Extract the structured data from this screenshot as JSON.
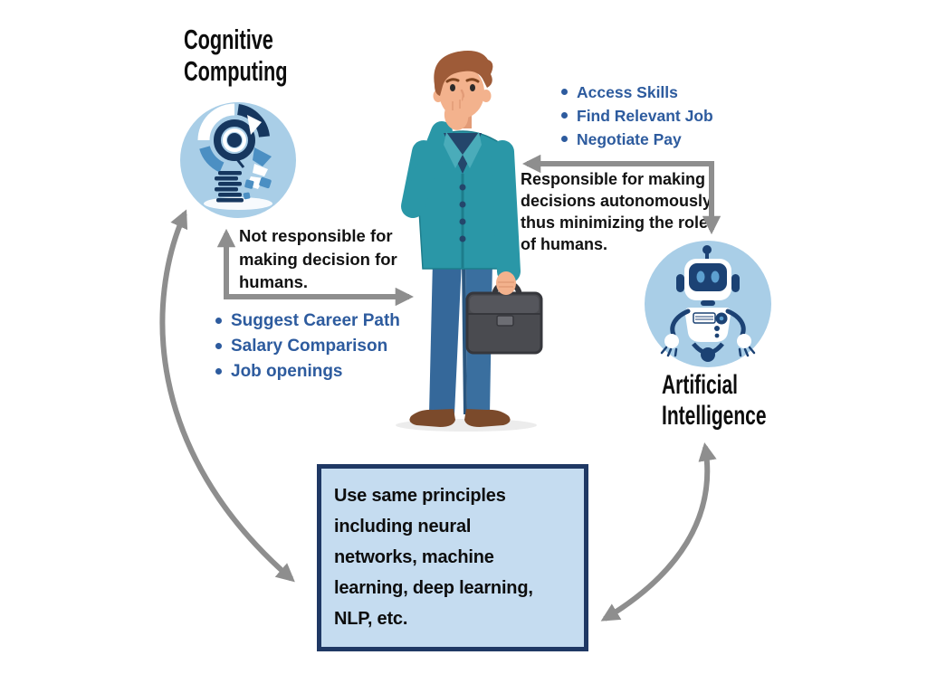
{
  "diagram": {
    "cognitive": {
      "title": "Cognitive\nComputing",
      "icon": "cognitive-head-icon",
      "annotation": "Not responsible for\nmaking decision for\nhumans.",
      "bullets": [
        "Suggest Career Path",
        "Salary Comparison",
        "Job openings"
      ]
    },
    "ai": {
      "title": "Artificial\nIntelligence",
      "icon": "robot-icon",
      "annotation": "Responsible for making\ndecisions autonomously,\nthus minimizing the role\nof humans.",
      "bullets": [
        "Access Skills",
        "Find Relevant Job",
        "Negotiate Pay"
      ]
    },
    "center_figure": "thinking-man-with-briefcase",
    "shared_box": {
      "text": "Use same principles\nincluding neural\nnetworks, machine\nlearning, deep learning,\nNLP, etc."
    },
    "colors": {
      "accent_text_blue": "#2d5b9e",
      "icon_circle_blue": "#a9cee7",
      "icon_navy": "#16375f",
      "icon_mid_blue": "#4b8fc3",
      "robot_navy": "#1c4274",
      "box_fill": "#c5dcf0",
      "box_border": "#1f3864",
      "arrow_gray": "#8e8e8e",
      "jacket_teal": "#2a97a7",
      "pants_blue": "#35689a",
      "briefcase_gray": "#4a4b50",
      "hair_brown": "#9e5b38",
      "skin": "#f3b28d"
    }
  }
}
